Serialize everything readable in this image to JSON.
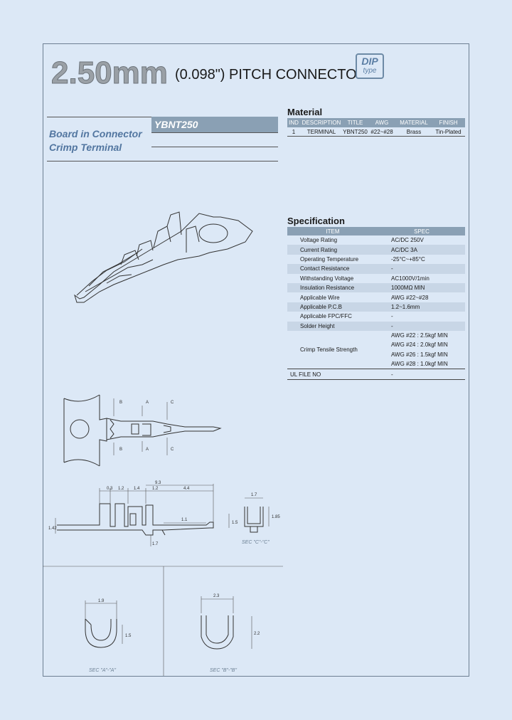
{
  "header": {
    "pitch_mm": "2.50mm",
    "pitch_in": "(0.098\") PITCH CONNECTOR",
    "badge_top": "DIP",
    "badge_bottom": "type"
  },
  "category": {
    "line1": "Board in Connector",
    "line2": "Crimp Terminal",
    "model": "YBNT250"
  },
  "material": {
    "title": "Material",
    "headers": [
      "IND",
      "DESCRIPTION",
      "TITLE",
      "AWG",
      "MATERIAL",
      "FINISH"
    ],
    "rows": [
      [
        "1",
        "TERMINAL",
        "YBNT250",
        "#22~#28",
        "Brass",
        "Tin-Plated"
      ]
    ]
  },
  "specification": {
    "title": "Specification",
    "headers": [
      "ITEM",
      "SPEC"
    ],
    "rows": [
      {
        "item": "Voltage Rating",
        "spec": "AC/DC 250V"
      },
      {
        "item": "Current Rating",
        "spec": "AC/DC 3A"
      },
      {
        "item": "Operating Temperature",
        "spec": "-25°C~+85°C"
      },
      {
        "item": "Contact Resistance",
        "spec": "-"
      },
      {
        "item": "Withstanding Voltage",
        "spec": "AC1000V/1min"
      },
      {
        "item": "Insulation Resistance",
        "spec": "1000MΩ MIN"
      },
      {
        "item": "Applicable Wire",
        "spec": "AWG #22~#28"
      },
      {
        "item": "Applicable P.C.B",
        "spec": "1.2~1.6mm"
      },
      {
        "item": "Applicable FPC/FFC",
        "spec": "-"
      },
      {
        "item": "Solder Height",
        "spec": "-"
      }
    ],
    "crimp": {
      "item": "Crimp Tensile Strength",
      "specs": [
        "AWG #22 : 2.5kgf MIN",
        "AWG #24 : 2.0kgf MIN",
        "AWG #26 : 1.5kgf MIN",
        "AWG #28 : 1.0kgf MIN"
      ]
    },
    "ul": {
      "item": "UL FILE NO",
      "spec": "-"
    }
  },
  "drawing": {
    "sec_a_label": "A",
    "sec_b_label": "B",
    "sec_c_label": "C",
    "dim_top": [
      "0.3",
      "1.2",
      "1.4",
      "1.2",
      "4.4"
    ],
    "dim_total": "9.3",
    "dim_11": "1.1",
    "dim_left": "1.42",
    "dim_right": "1.5",
    "dim_bottom": "1.7",
    "sec_c": {
      "w": "1.7",
      "h": "1.85",
      "caption": "SEC \"C\"-\"C\""
    },
    "sec_a": {
      "w": "1.9",
      "h": "1.5",
      "caption": "SEC \"A\"-\"A\""
    },
    "sec_b": {
      "w": "2.3",
      "h": "2.2",
      "caption": "SEC \"B\"-\"B\""
    }
  }
}
